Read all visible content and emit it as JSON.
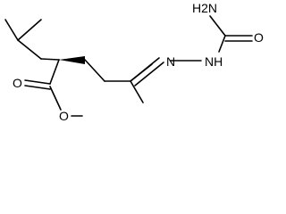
{
  "labels": {
    "amino": "H2N",
    "carbonyl_oxygen_urea": "O",
    "hydrazone_nitrogen": "N",
    "hydrazide_nitrogen": "NH",
    "ester_carbonyl_oxygen": "O",
    "ester_oxygen": "O"
  }
}
